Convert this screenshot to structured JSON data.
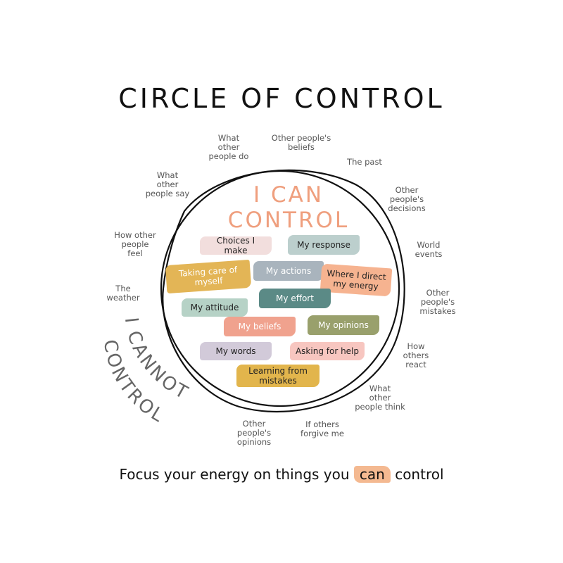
{
  "title": "CIRCLE OF CONTROL",
  "inner_title": {
    "line1": "I CAN",
    "line2": "CONTROL"
  },
  "outer_title": {
    "line1": "I CANNOT",
    "line2": "CONTROL"
  },
  "colors": {
    "accent": "#ef9f7e",
    "pink": "#f2dedd",
    "sage": "#bccfcd",
    "mustard": "#e3b556",
    "slate": "#a9b4bd",
    "peach": "#f6b390",
    "mint": "#b6d2c6",
    "teal": "#5b8a86",
    "salmon": "#f0a28e",
    "olive": "#99a06c",
    "lavender": "#d2cad9",
    "blush": "#f7c6c0",
    "gold": "#e2b54c",
    "outer_text": "#555555",
    "cannot_text": "#666666"
  },
  "can_control": [
    {
      "text": "Choices I make"
    },
    {
      "text": "My response"
    },
    {
      "text": "Taking care of myself"
    },
    {
      "text": "My actions"
    },
    {
      "text": "Where I direct my energy"
    },
    {
      "text": "My attitude"
    },
    {
      "text": "My effort"
    },
    {
      "text": "My beliefs"
    },
    {
      "text": "My opinions"
    },
    {
      "text": "My words"
    },
    {
      "text": "Asking for help"
    },
    {
      "text": "Learning from mistakes"
    }
  ],
  "cannot_control": [
    {
      "text": "What\nother\npeople do"
    },
    {
      "text": "Other people's\nbeliefs"
    },
    {
      "text": "The past"
    },
    {
      "text": "Other\npeople's\ndecisions"
    },
    {
      "text": "World\nevents"
    },
    {
      "text": "Other\npeople's\nmistakes"
    },
    {
      "text": "How\nothers\nreact"
    },
    {
      "text": "What\nother\npeople think"
    },
    {
      "text": "If others\nforgive me"
    },
    {
      "text": "Other\npeople's\nopinions"
    },
    {
      "text": "The\nweather"
    },
    {
      "text": "How other\npeople\nfeel"
    },
    {
      "text": "What\nother\npeople say"
    }
  ],
  "footer": {
    "before": "Focus your energy on things you",
    "highlight": "can",
    "after": "control"
  }
}
